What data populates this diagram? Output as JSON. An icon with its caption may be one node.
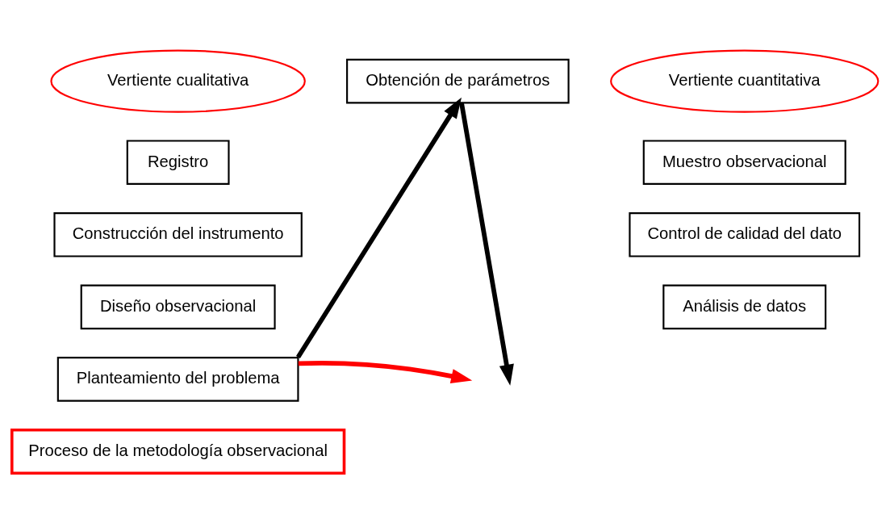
{
  "diagram": {
    "nodes": [
      {
        "text": [
          "Vertiente cualitativa"
        ]
      },
      {
        "text": [
          "Obtención de parámetros"
        ]
      },
      {
        "text": [
          "Vertiente cuantitativa"
        ]
      },
      {
        "text": [
          "Registro"
        ]
      },
      {
        "text": [
          "Muestro observacional"
        ]
      },
      {
        "text": [
          "Construcción del instrumento"
        ]
      },
      {
        "text": [
          "Control de calidad del dato"
        ]
      },
      {
        "text": [
          "Diseño observacional"
        ]
      },
      {
        "text": [
          "Análisis de datos"
        ]
      },
      {
        "text": [
          "Planteamiento del problema"
        ]
      },
      {
        "text": [
          "Proceso de la metodología observacional"
        ]
      }
    ],
    "edges": [
      {
        "from": 9,
        "to": 1,
        "arrow": "to"
      },
      {
        "from": 1,
        "to": null,
        "arrow": "to"
      },
      {
        "from": 9,
        "to": null,
        "arrow": "to",
        "color": "#ff0000"
      }
    ]
  }
}
